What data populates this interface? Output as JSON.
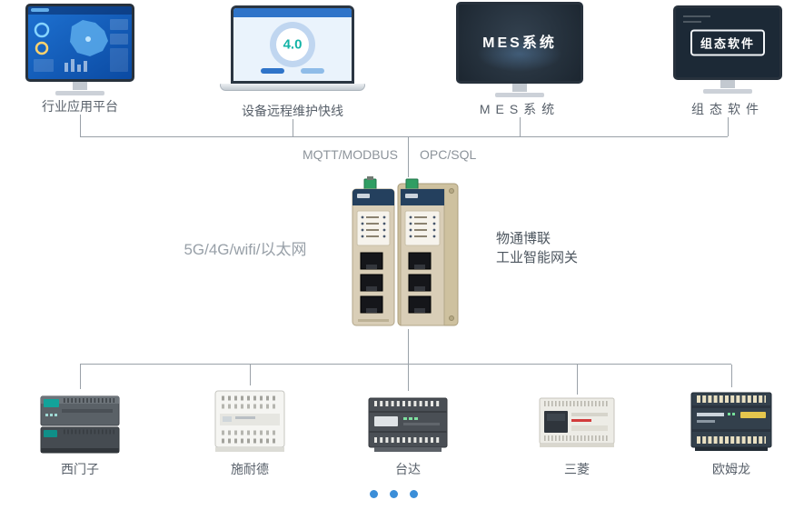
{
  "top_devices": [
    {
      "label": "行业应用平台"
    },
    {
      "label": "设备远程维护快线",
      "screen_badge": "4.0"
    },
    {
      "label": "MES系统",
      "screen_text": "MES系统"
    },
    {
      "label": "组态软件",
      "screen_text": "组态软件"
    }
  ],
  "protocols": {
    "left": "MQTT/MODBUS",
    "right": "OPC/SQL"
  },
  "gateway": {
    "network_label": "5G/4G/wifi/以太网",
    "name_line1": "物通博联",
    "name_line2": "工业智能网关"
  },
  "plc_devices": [
    {
      "label": "西门子"
    },
    {
      "label": "施耐德"
    },
    {
      "label": "台达"
    },
    {
      "label": "三菱"
    },
    {
      "label": "欧姆龙"
    }
  ],
  "carousel": {
    "dot_count": 3,
    "dot_color": "#3b8ed8"
  },
  "colors": {
    "line": "#9aa1a8",
    "label_text": "#58606a",
    "protocol_text": "#8d949b",
    "accent_blue": "#3b8ed8",
    "gateway_body": "#d9ceb7",
    "gateway_cap": "#24405e"
  }
}
